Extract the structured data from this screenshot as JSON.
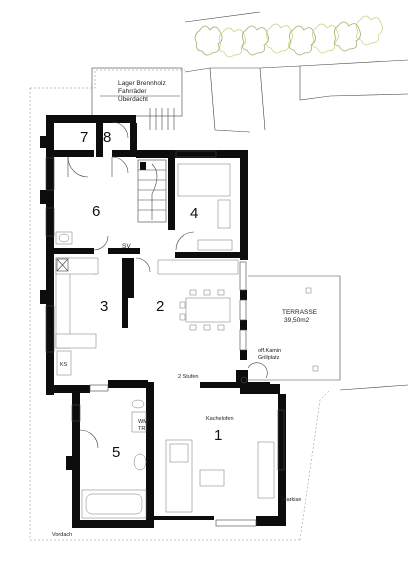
{
  "rooms": [
    {
      "id": "7",
      "label": "7"
    },
    {
      "id": "8",
      "label": "8"
    },
    {
      "id": "6",
      "label": "6"
    },
    {
      "id": "4",
      "label": "4"
    },
    {
      "id": "3",
      "label": "3"
    },
    {
      "id": "2",
      "label": "2"
    },
    {
      "id": "5",
      "label": "5"
    },
    {
      "id": "1",
      "label": "1"
    }
  ],
  "storage": {
    "line1": "Lager Brennholz",
    "line2": "Fahrräder",
    "line3": "Überdacht"
  },
  "terrace": {
    "name": "TERRASSE",
    "area": "39,50m2"
  },
  "fireplace": {
    "line1": "off.Kamin",
    "line2": "Grillplatz"
  },
  "labels": {
    "sv": "SV",
    "ks": "KS",
    "steps": "2 Stufen",
    "stove": "Kachelofen",
    "wm": "WM",
    "tr": "TR",
    "awning": "Markise",
    "canopy": "Vordach"
  },
  "colors": {
    "wall": "#0d0d0d",
    "vegetation": "#9bb36a",
    "vegetation_light": "#c8cf7c"
  }
}
